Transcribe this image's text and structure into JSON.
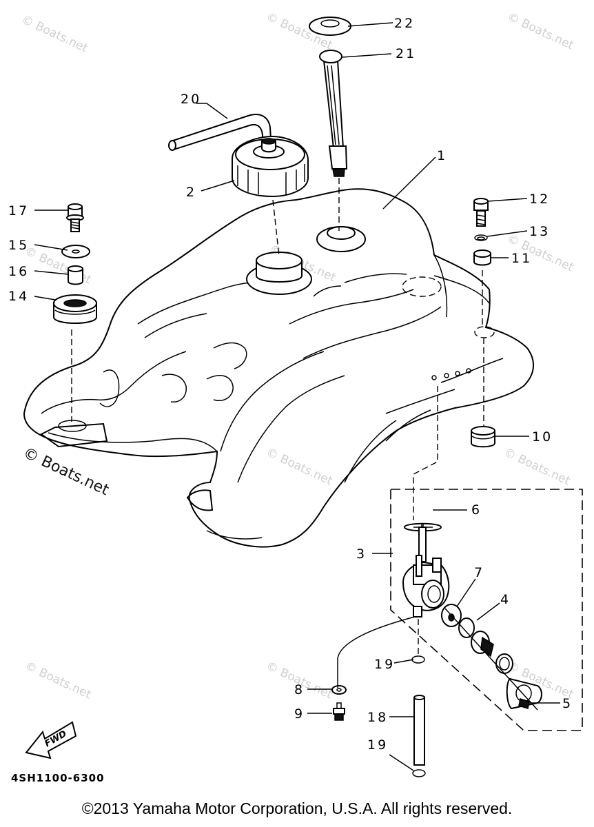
{
  "callouts": [
    {
      "id": "c1",
      "text": "1"
    },
    {
      "id": "c2",
      "text": "2"
    },
    {
      "id": "c3",
      "text": "3"
    },
    {
      "id": "c4",
      "text": "4"
    },
    {
      "id": "c5",
      "text": "5"
    },
    {
      "id": "c6",
      "text": "6"
    },
    {
      "id": "c7",
      "text": "7"
    },
    {
      "id": "c8",
      "text": "8"
    },
    {
      "id": "c9",
      "text": "9"
    },
    {
      "id": "c10",
      "text": "10"
    },
    {
      "id": "c11",
      "text": "11"
    },
    {
      "id": "c12",
      "text": "12"
    },
    {
      "id": "c13",
      "text": "13"
    },
    {
      "id": "c14",
      "text": "14"
    },
    {
      "id": "c15",
      "text": "15"
    },
    {
      "id": "c16",
      "text": "16"
    },
    {
      "id": "c17",
      "text": "17"
    },
    {
      "id": "c18",
      "text": "18"
    },
    {
      "id": "c19a",
      "text": "19"
    },
    {
      "id": "c19b",
      "text": "19"
    },
    {
      "id": "c20",
      "text": "20"
    },
    {
      "id": "c21",
      "text": "21"
    },
    {
      "id": "c22",
      "text": "22"
    }
  ],
  "watermark": {
    "faint_text": "© Boats.net",
    "prominent_text": "© Boats.net"
  },
  "fwd_label": "FWD",
  "diagram_code": "4SH1100-6300",
  "copyright": "©2013 Yamaha Motor Corporation, U.S.A. All rights reserved."
}
